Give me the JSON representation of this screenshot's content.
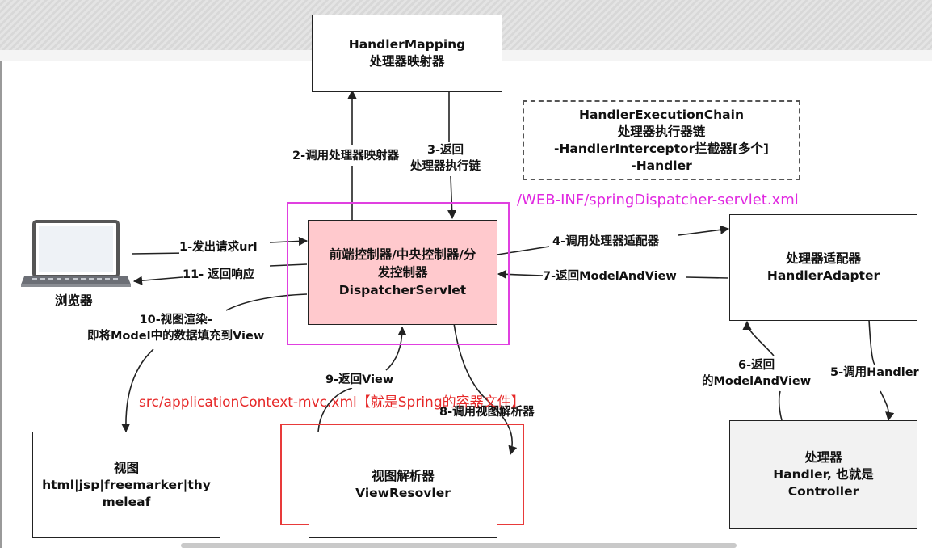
{
  "nodes": {
    "handler_mapping": [
      "HandlerMapping",
      "处理器映射器"
    ],
    "execution_chain": [
      "HandlerExecutionChain",
      "处理器执行器链",
      "-HandlerInterceptor拦截器[多个]",
      "-Handler"
    ],
    "dispatcher": [
      "前端控制器/中央控制器/分",
      "发控制器",
      "DispatcherServlet"
    ],
    "handler_adapter": [
      "处理器适配器",
      "HandlerAdapter"
    ],
    "browser": "浏览器",
    "view": [
      "视图",
      "html|jsp|freemarker|thy",
      "meleaf"
    ],
    "view_resolver": [
      "视图解析器",
      "ViewResovler"
    ],
    "handler": [
      "处理器",
      "Handler, 也就是",
      "Controller"
    ]
  },
  "edges": {
    "e1": "1-发出请求url",
    "e2": "2-调用处理器映射器",
    "e3": [
      "3-返回",
      "处理器执行链"
    ],
    "e4": "4-调用处理器适配器",
    "e5": "5-调用Handler",
    "e6": [
      "6-返回",
      "的ModelAndView"
    ],
    "e7": "7-返回ModelAndView",
    "e8": "8-调用视图解析器",
    "e9": "9-返回View",
    "e10": [
      "10-视图渲染-",
      "即将Model中的数据填充到View"
    ],
    "e11": "11- 返回响应"
  },
  "notes": {
    "servlet_xml": "/WEB-INF/springDispatcher-servlet.xml",
    "mvc_xml": "src/applicationContext-mvc.xml【就是Spring的容器文件】"
  },
  "colors": {
    "dispatcher_fill": "#ffc9cd",
    "magenta_highlight": "#e040e0",
    "red_highlight": "#e83a3a",
    "handler_fill": "#f2f2f2"
  }
}
